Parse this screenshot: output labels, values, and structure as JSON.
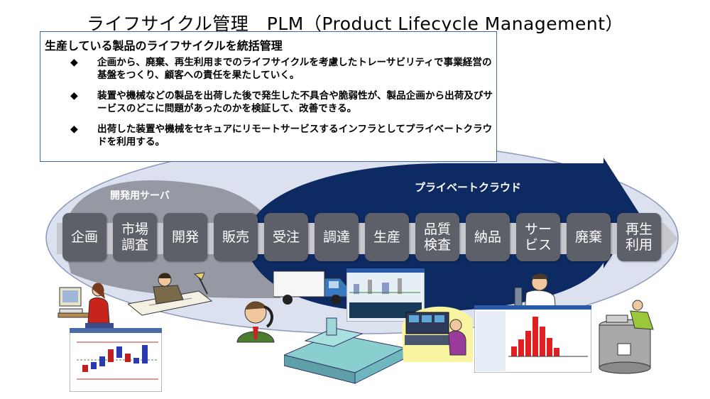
{
  "title": "ライフサイクル管理　PLM（Product Lifecycle Management）",
  "info": {
    "heading": "生産している製品のライフサイクルを統括管理",
    "bullets": [
      {
        "marker": "◆",
        "text": "企画から、廃棄、再生利用までのライフサイクルを考慮したトレーサビリティで事業経営の基盤をつくり、顧客への責任を果たしていく。"
      },
      {
        "marker": "◆",
        "text": "装置や機械などの製品を出荷した後で発生した不具合や脆弱性が、製品企画から出荷及びサービスのどこに問題があったのかを検証して、改善できる。"
      },
      {
        "marker": "◆",
        "text": "出荷した装置や機械をセキュアにリモートサービスするインフラとしてプライベートクラウドを利用する。"
      }
    ]
  },
  "labels": {
    "dev_server": "開発用サーバ",
    "private_cloud": "プライベートクラウド"
  },
  "steps": [
    "企画",
    "市場調査",
    "開発",
    "販売",
    "受注",
    "調達",
    "生産",
    "品質検査",
    "納品",
    "サービス",
    "廃棄",
    "再生利用"
  ],
  "colors": {
    "ellipse_fill": "#dbe1ee",
    "ellipse_stroke": "#8c98b8",
    "dev_arc": "#9699a3",
    "cloud_arrow": "#0e2a63",
    "band": "#c7c8cc",
    "step_box": "#5e6069",
    "box_border": "#3d68b0"
  },
  "clipart": [
    "office-worker-pc",
    "engineer-drafting",
    "businessman-phone",
    "delivery-truck",
    "factory-building",
    "control-room-operator",
    "process-monitor-screen",
    "control-chart-window",
    "histogram-window",
    "scientist-microscope",
    "recycling-worker"
  ]
}
